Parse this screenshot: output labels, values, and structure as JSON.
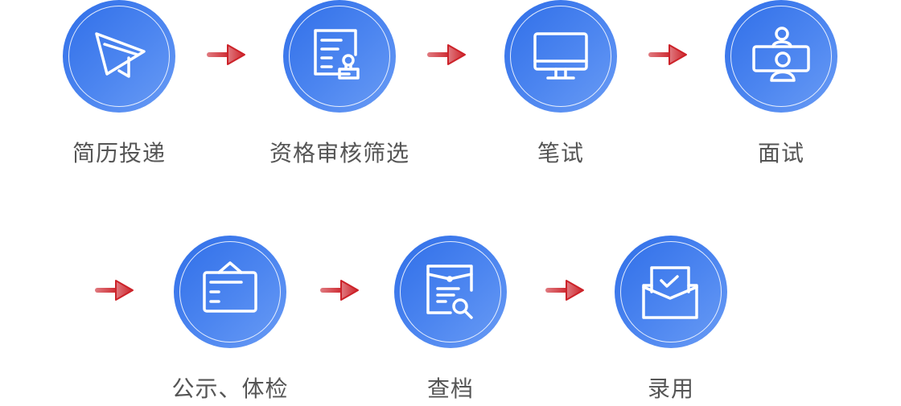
{
  "steps": [
    {
      "label": "简历投递",
      "icon": "paper-plane-icon"
    },
    {
      "label": "资格审核筛选",
      "icon": "document-stamp-icon"
    },
    {
      "label": "笔试",
      "icon": "monitor-icon"
    },
    {
      "label": "面试",
      "icon": "video-interview-icon"
    },
    {
      "label": "公示、体检",
      "icon": "notice-board-icon"
    },
    {
      "label": "查档",
      "icon": "file-search-icon"
    },
    {
      "label": "录用",
      "icon": "envelope-check-icon"
    }
  ],
  "colors": {
    "circle": "#3b78ec",
    "arrow": "#d0303a",
    "label": "#555555"
  }
}
